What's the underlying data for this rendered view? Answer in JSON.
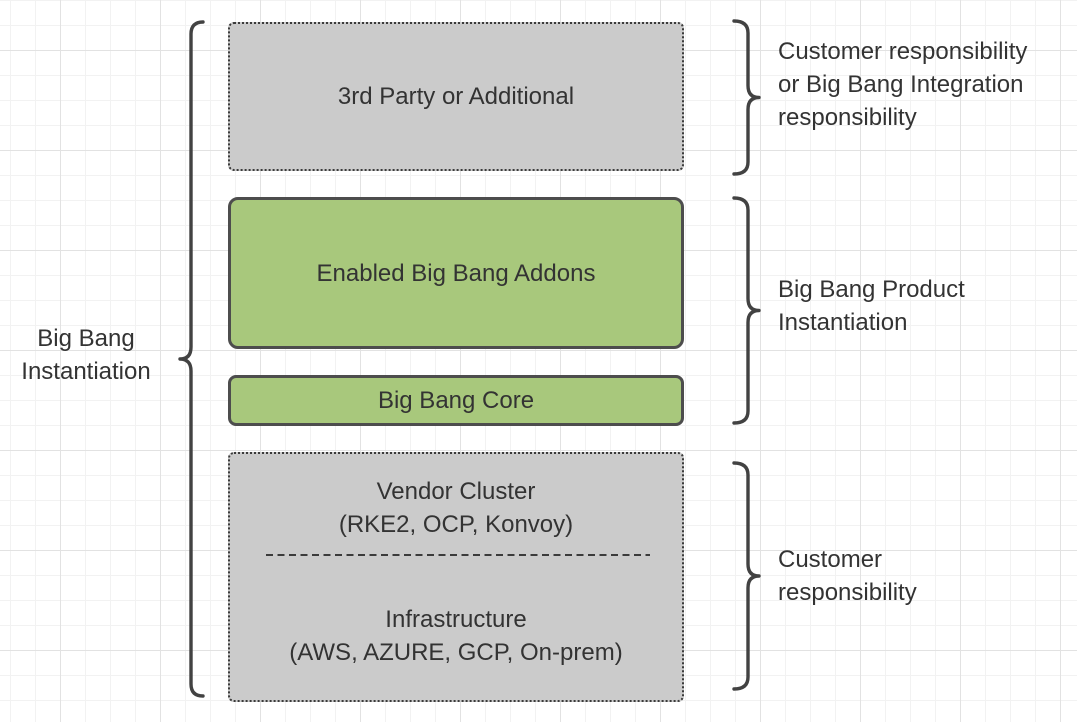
{
  "colors": {
    "text": "#333333",
    "green_fill": "#a8c87c",
    "green_border": "#4d4d4d",
    "gray_fill": "#cbcbcb",
    "dot_border": "#3b3b3b",
    "brace": "#424242",
    "grid_major": "#e2e2e2",
    "grid_minor": "#f2f2f2"
  },
  "left_label": {
    "lines": [
      "Big Bang",
      "Instantiation"
    ]
  },
  "boxes": {
    "third_party": {
      "label": "3rd Party or Additional"
    },
    "addons": {
      "label": "Enabled Big Bang Addons"
    },
    "core": {
      "label": "Big Bang Core"
    },
    "cluster_infra": {
      "vendor_cluster": {
        "lines": [
          "Vendor Cluster",
          "(RKE2, OCP, Konvoy)"
        ]
      },
      "infrastructure": {
        "lines": [
          "Infrastructure",
          "(AWS, AZURE, GCP, On-prem)"
        ]
      }
    }
  },
  "right_labels": {
    "top": {
      "lines": [
        "Customer responsibility",
        "or Big Bang Integration",
        "responsibility"
      ]
    },
    "middle": {
      "lines": [
        "Big Bang Product",
        "Instantiation"
      ]
    },
    "bottom": {
      "lines": [
        "Customer",
        "responsibility"
      ]
    }
  }
}
